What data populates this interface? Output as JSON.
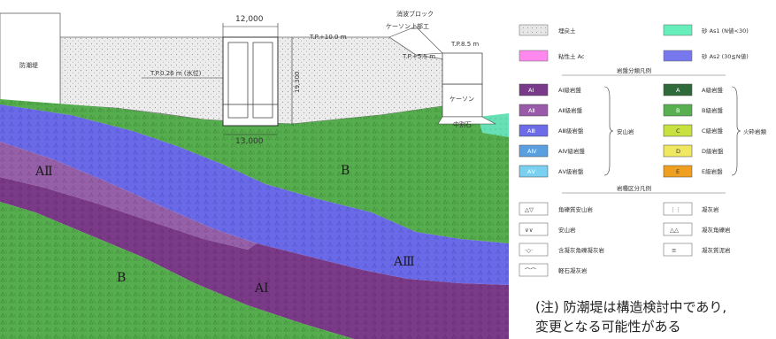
{
  "section": {
    "labels": {
      "breakwater": "防潮堤",
      "width_top": "12,000",
      "width_bottom": "13,000",
      "height": "19,300",
      "water_level": "T.P.0.26 m (水位)",
      "tp_10": "T.P.+10.0 m",
      "tp_85": "T.P.8.5 m",
      "tp_55": "T.P.+5.5 m",
      "wave_block": "消波ブロック",
      "caisson_top": "ケーソン上部工",
      "caisson": "ケーソン",
      "rubble": "中割石"
    },
    "rock_labels": {
      "a2": "AⅡ",
      "b_upper": "B",
      "b_lower": "B",
      "a3": "AⅢ",
      "a1": "AⅠ"
    }
  },
  "legend": {
    "soil": [
      {
        "label": "埋戻土",
        "color": "#e6e6e6",
        "pattern": "dots"
      },
      {
        "label": "粘性土 Ac",
        "color": "#ff88ee"
      },
      {
        "label": "砂 As1 (N値<30)",
        "color": "#66eebb"
      },
      {
        "label": "砂 As2 (30≦N値)",
        "color": "#7777ee"
      }
    ],
    "classification_title": "岩盤分類凡例",
    "andesite_group": "安山岩",
    "volcanic_group": "火砕岩類",
    "andesite": [
      {
        "tag": "AⅠ",
        "label": "AⅠ級岩盤",
        "color": "#7a3a8a"
      },
      {
        "tag": "AⅡ",
        "label": "AⅡ級岩盤",
        "color": "#9a5aaa"
      },
      {
        "tag": "AⅢ",
        "label": "AⅢ級岩盤",
        "color": "#6d6ce8"
      },
      {
        "tag": "AⅣ",
        "label": "AⅣ級岩盤",
        "color": "#5aa0e0"
      },
      {
        "tag": "AⅤ",
        "label": "AⅤ級岩盤",
        "color": "#7ad0f0"
      }
    ],
    "volcanic": [
      {
        "tag": "A",
        "label": "A級岩盤",
        "color": "#2e6a3a"
      },
      {
        "tag": "B",
        "label": "B級岩盤",
        "color": "#58b050"
      },
      {
        "tag": "C",
        "label": "C級岩盤",
        "color": "#c8e040"
      },
      {
        "tag": "D",
        "label": "D級岩盤",
        "color": "#f0e860"
      },
      {
        "tag": "E",
        "label": "E級岩盤",
        "color": "#f0a020"
      }
    ],
    "rocktype_title": "岩種区分凡例",
    "rocktypes_left": [
      {
        "label": "角礫質安山岩",
        "icon": "△▽"
      },
      {
        "label": "安山岩",
        "icon": "∨∨"
      },
      {
        "label": "含凝灰角礫凝灰岩",
        "icon": "·◇·"
      },
      {
        "label": "軽石凝灰岩",
        "icon": "⌒⌒"
      }
    ],
    "rocktypes_right": [
      {
        "label": "凝灰岩",
        "icon": "⋮⋮"
      },
      {
        "label": "凝灰角礫岩",
        "icon": "△△"
      },
      {
        "label": "凝灰質泥岩",
        "icon": "≡"
      }
    ],
    "note_line1": "(注) 防潮堤は構造検討中であり,",
    "note_line2": "変更となる可能性がある"
  }
}
